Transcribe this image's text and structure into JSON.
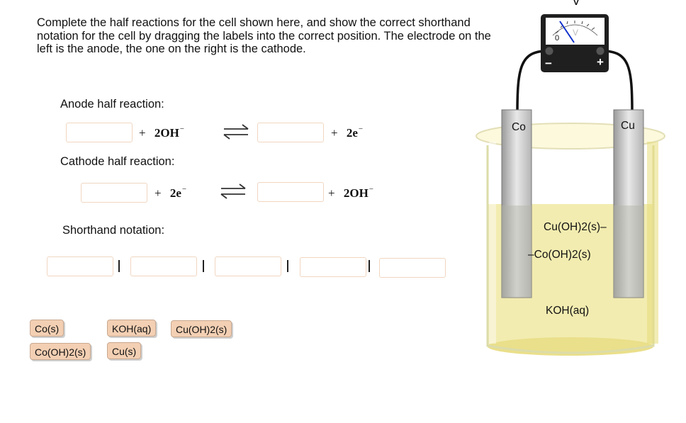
{
  "instructions": "Complete the half reactions for the cell shown here, and show the correct shorthand notation for the cell by dragging the labels into the correct position. The electrode on the left is the anode, the one on the right is the cathode.",
  "anode": {
    "label": "Anode half reaction:",
    "term1_prefix": "+ ",
    "term1": "2OH",
    "term1_charge": "−",
    "term2_prefix": "+ ",
    "term2": "2e",
    "term2_charge": "−"
  },
  "cathode": {
    "label": "Cathode half reaction:",
    "term1_prefix": "+ ",
    "term1": "2e",
    "term1_charge": "−",
    "term2_prefix": "+ ",
    "term2": "2OH",
    "term2_charge": "−"
  },
  "shorthand": {
    "label": "Shorthand notation:"
  },
  "tiles": [
    {
      "text": "Co(s)"
    },
    {
      "text": "KOH(aq)"
    },
    {
      "text": "Cu(OH)2(s)"
    },
    {
      "text": "Co(OH)2(s)"
    },
    {
      "text": "Cu(s)"
    }
  ],
  "cell": {
    "voltmeter_label": "V",
    "meter_scale_zero": "0",
    "meter_scale_v": "V",
    "minus": "−",
    "plus": "+",
    "left_electrode": "Co",
    "right_electrode": "Cu",
    "right_coating": "Cu(OH)2(s)",
    "left_coating": "Co(OH)2(s)",
    "electrolyte": "KOH(aq)"
  }
}
